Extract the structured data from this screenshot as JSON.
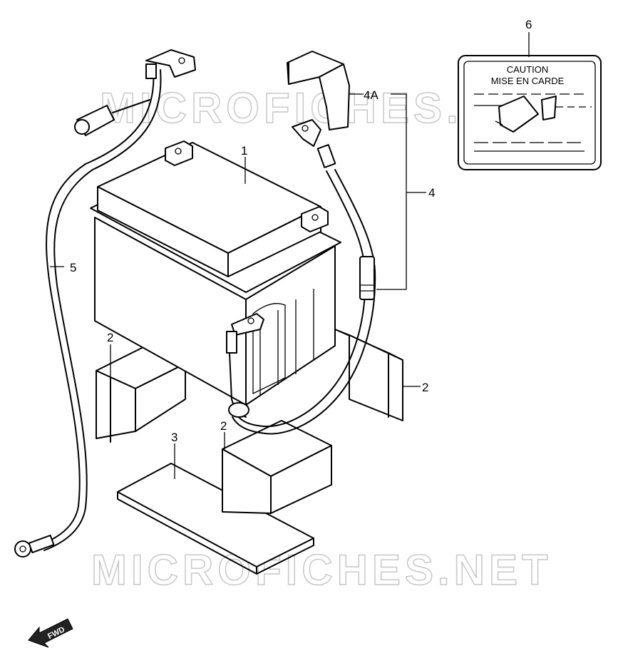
{
  "callouts": {
    "c1": "1",
    "c2a": "2",
    "c2b": "2",
    "c2c": "2",
    "c3": "3",
    "c4": "4",
    "c4a": "4A",
    "c5": "5",
    "c6": "6"
  },
  "caution_label": {
    "line1": "CAUTION",
    "line2": "MISE EN CARDE"
  },
  "watermark": {
    "top": "MICROFICHES.NET",
    "bottom": "MICROFICHES.NET"
  },
  "direction_arrow": {
    "text": "FWD"
  }
}
